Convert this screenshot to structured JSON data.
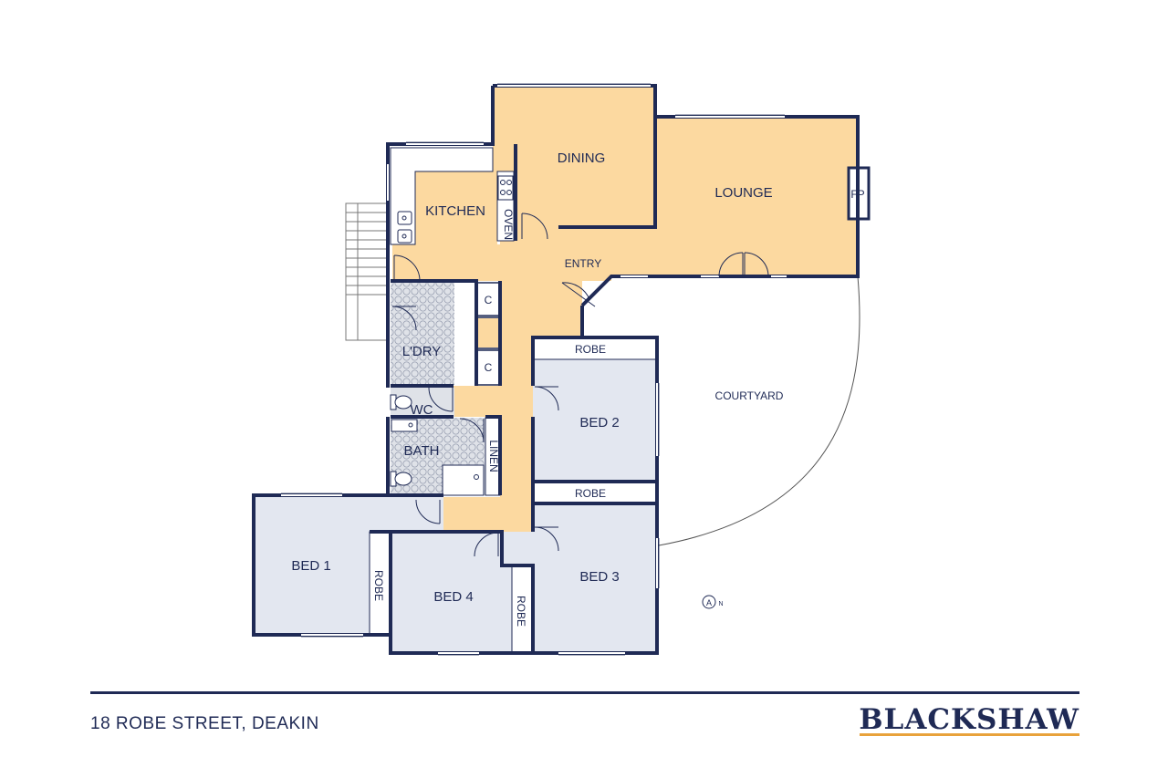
{
  "address": "18 ROBE STREET, DEAKIN",
  "brand": "BLACKSHAW",
  "colors": {
    "wall": "#1f2a55",
    "living": "#fcd9a0",
    "bedroom": "#e3e7f0",
    "wet": "#dfe2e8",
    "accent": "#e8a23b"
  },
  "rooms": {
    "dining": "DINING",
    "lounge": "LOUNGE",
    "kitchen": "KITCHEN",
    "fp": "FP",
    "oven": "OVEN",
    "entry": "ENTRY",
    "laundry": "L'DRY",
    "cupboard1": "C",
    "cupboard2": "C",
    "wc": "WC",
    "bath": "BATH",
    "linen": "LINEN",
    "robe_bed2": "ROBE",
    "bed2": "BED 2",
    "robe_bed3": "ROBE",
    "bed3": "BED 3",
    "courtyard": "COURTYARD",
    "bed1": "BED 1",
    "robe_bed1": "ROBE",
    "bed4": "BED 4",
    "robe_bed4": "ROBE"
  },
  "compass": {
    "symbol": "A",
    "north": "N"
  }
}
